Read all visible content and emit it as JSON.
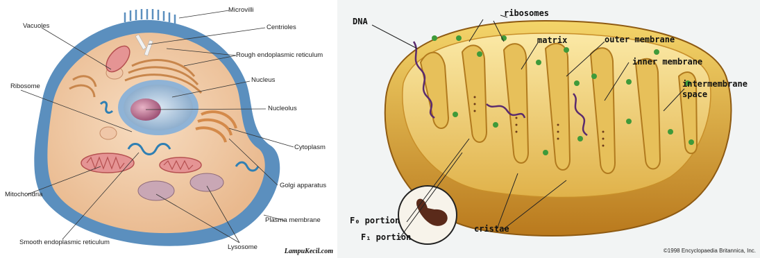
{
  "animal_cell": {
    "labels": {
      "microvilli": "Microvilli",
      "centrioles": "Centrioles",
      "rough_er": "Rough endoplasmic reticulum",
      "vacuoles": "Vacuoles",
      "nucleus": "Nucleus",
      "ribosome": "Ribosome",
      "nucleolus": "Nucleolus",
      "cytoplasm": "Cytoplasm",
      "golgi": "Golgi apparatus",
      "mitochondria": "Mitochondria",
      "plasma_membrane": "Plasma membrane",
      "smooth_er": "Smooth endoplasmic reticulum",
      "lysosome": "Lysosome"
    },
    "credit": "LampuKecil.com"
  },
  "mitochondrion": {
    "labels": {
      "dna": "DNA",
      "ribosomes": "ribosomes",
      "matrix": "matrix",
      "outer_membrane": "outer membrane",
      "inner_membrane": "inner membrane",
      "intermembrane_space_1": "intermembrane",
      "intermembrane_space_2": "space",
      "f0_portion": "F₀ portion",
      "f1_portion": "F₁ portion",
      "cristae": "cristae"
    },
    "credit": "©1998 Encyclopaedia Britannica, Inc."
  }
}
